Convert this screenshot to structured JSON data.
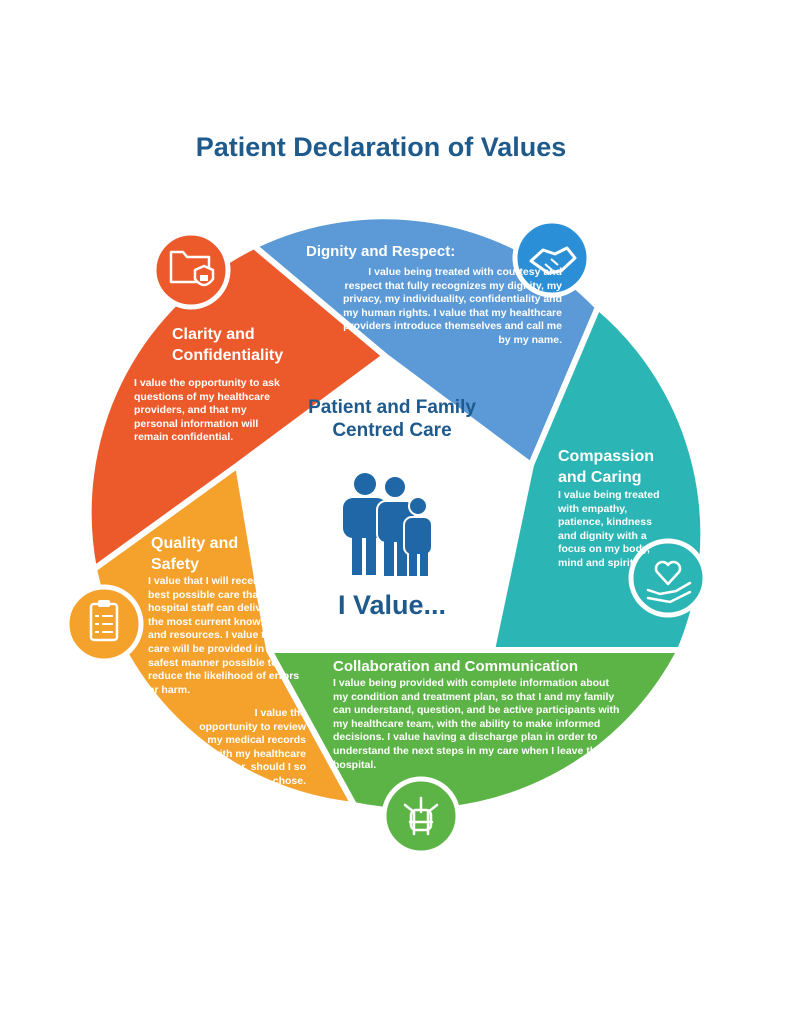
{
  "title": "Patient Declaration of Values",
  "center": {
    "heading": "Patient and Family Centred Care",
    "closing": "I Value..."
  },
  "colors": {
    "title": "#1f5a8c",
    "dignity": "#5b9ad6",
    "compassion": "#2bb5b4",
    "collaboration": "#5cb446",
    "quality": "#f4a22c",
    "clarity": "#ec5a2b"
  },
  "values": {
    "dignity": {
      "heading": "Dignity and Respect:",
      "text": "I value being treated with courtesy and respect that fully recognizes my dignity, my privacy, my individuality, confidentiality and my human rights. I value that my healthcare providers introduce themselves and call me by my name.",
      "icon": "handshake-icon"
    },
    "compassion": {
      "heading": "Compassion and Caring",
      "text": "I value being treated with empathy, patience, kindness and dignity with a focus on my body, mind and spirit.",
      "icon": "heart-in-hand-icon"
    },
    "collaboration": {
      "heading": "Collaboration and Communication",
      "text": "I value being provided with complete information about my condition and treatment plan, so that I and my family can understand, question, and be active participants with my healthcare team, with the ability to make informed decisions. I value having a discharge plan in order to understand the next steps in my care when I leave the hospital.",
      "icon": "joined-hands-icon"
    },
    "quality": {
      "heading": "Quality and Safety",
      "text": "I value that I will receive the best possible care that the hospital staff can deliver, using the most current knowledge and resources. I value that my care will be provided in the safest manner possible to reduce the likelihood of errors or harm.",
      "text2": "I value the opportunity to review my medical records with my healthcare provider, should I so chose.",
      "icon": "clipboard-checklist-icon"
    },
    "clarity": {
      "heading": "Clarity and Confidentiality",
      "text": "I value the opportunity to ask questions of my healthcare providers, and that my personal information will remain confidential.",
      "icon": "locked-folder-icon"
    }
  }
}
